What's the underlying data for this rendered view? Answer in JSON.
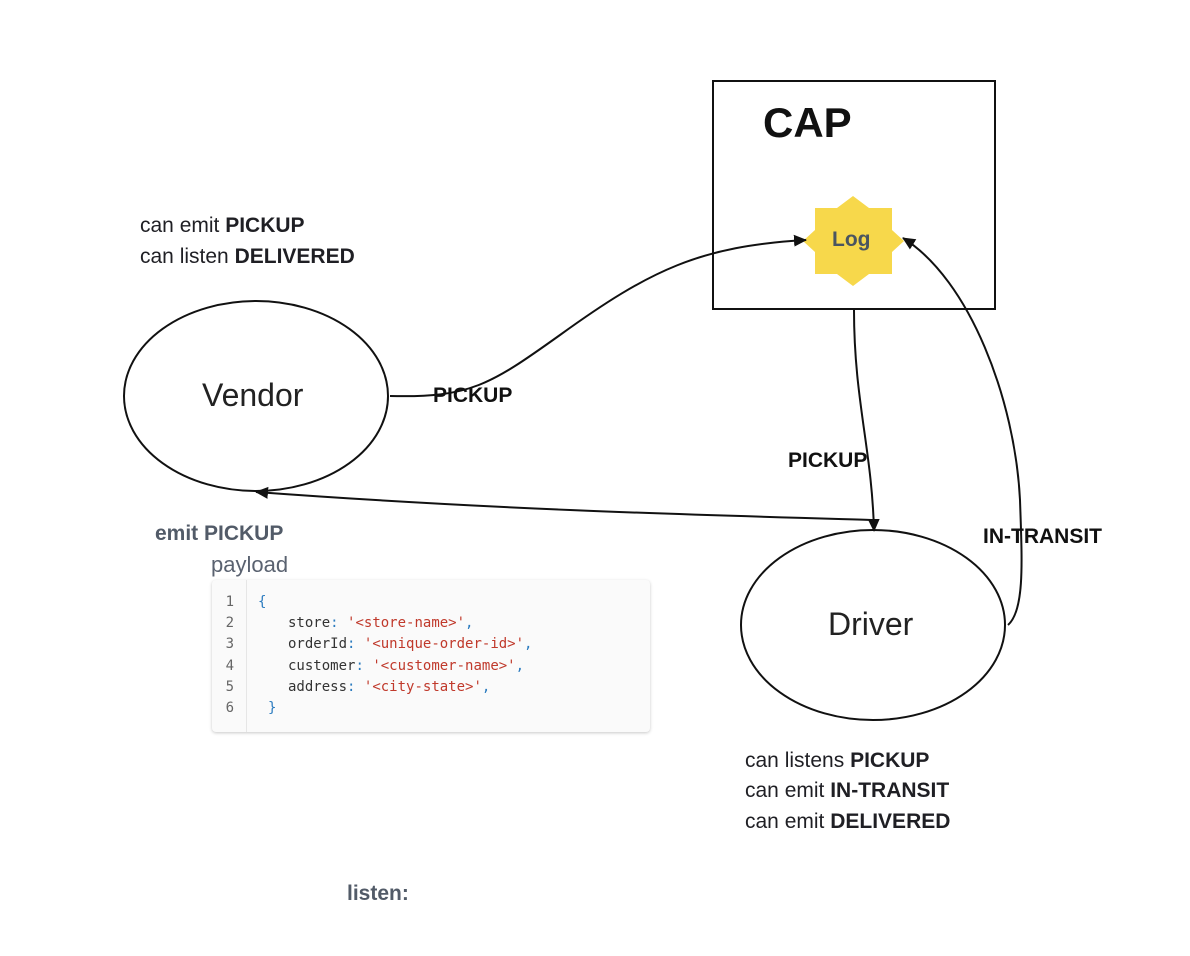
{
  "cap": {
    "title": "CAP",
    "log_label": "Log"
  },
  "nodes": {
    "vendor": "Vendor",
    "driver": "Driver"
  },
  "edges": {
    "vendor_to_cap": "PICKUP",
    "cap_to_driver": "PICKUP",
    "driver_to_cap": "IN-TRANSIT"
  },
  "vendor_notes": {
    "line1_prefix": "can emit",
    "line1_event": "PICKUP",
    "line2_prefix": "can listen",
    "line2_event": "DELIVERED"
  },
  "driver_notes": {
    "line1_prefix": "can listens",
    "line1_event": "PICKUP",
    "line2_prefix": "can emit",
    "line2_event": "IN-TRANSIT",
    "line3_prefix": "can emit",
    "line3_event": "DELIVERED"
  },
  "emit_section": {
    "heading": "emit PICKUP",
    "payload_label": "payload"
  },
  "code": {
    "line_numbers": [
      "1",
      "2",
      "3",
      "4",
      "5",
      "6"
    ],
    "open_brace": "{",
    "close_brace": "}",
    "fields": [
      {
        "key": "store",
        "value": "'<store-name>'"
      },
      {
        "key": "orderId",
        "value": "'<unique-order-id>'"
      },
      {
        "key": "customer",
        "value": "'<customer-name>'"
      },
      {
        "key": "address",
        "value": "'<city-state>'"
      }
    ],
    "colon": ":",
    "comma": ","
  },
  "listen_section": {
    "heading": "listen:"
  },
  "colors": {
    "log_star": "#f7d84b",
    "code_punct": "#2b7bbf",
    "code_string": "#c0392b"
  }
}
